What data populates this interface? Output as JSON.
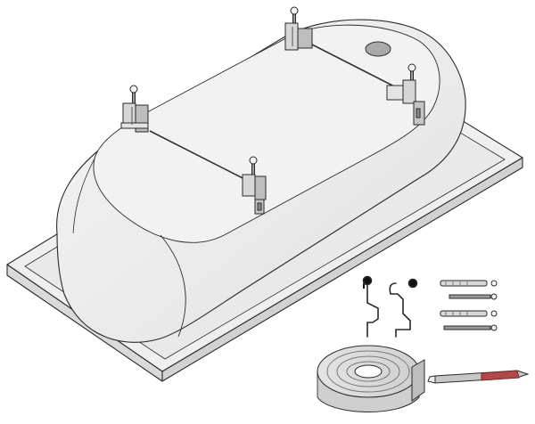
{
  "figure": {
    "kind": "installation-kit-line-drawing",
    "components": [
      {
        "id": "bathtub",
        "icon": "bathtub-icon"
      },
      {
        "id": "drain-hole",
        "icon": "drain-icon"
      },
      {
        "id": "leg-assembly",
        "icon": "adjustable-leg-icon",
        "count": 4
      },
      {
        "id": "tie-rod",
        "icon": "rod-icon",
        "count": 2
      },
      {
        "id": "wall-hook",
        "icon": "hook-icon",
        "count": 2
      },
      {
        "id": "wall-plug-with-screw",
        "icon": "plug-screw-icon",
        "count": 4
      },
      {
        "id": "sealing-tape-roll",
        "icon": "tape-roll-icon",
        "count": 1
      },
      {
        "id": "utility-knife",
        "icon": "knife-icon",
        "count": 1
      }
    ],
    "colors": {
      "stroke": "#2a2a2a",
      "tub_fill": "#ececec",
      "tub_shade": "#dcdcdc",
      "metal": "#c9c9c9",
      "dark": "#111111",
      "tape": "#d8d8d8",
      "knife_body": "#c7c7c7",
      "knife_stripe": "#b04a48",
      "background": "#ffffff"
    }
  }
}
